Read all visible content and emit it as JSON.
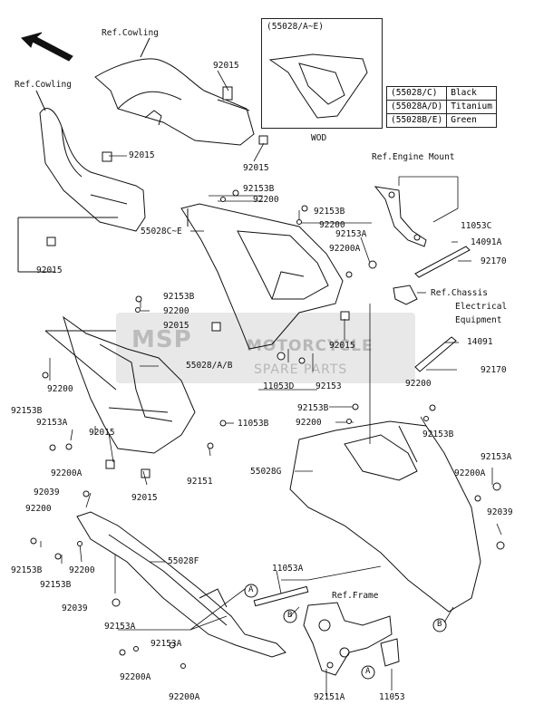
{
  "legend_table": {
    "rows": [
      {
        "code": "(55028/C)",
        "color": "Black"
      },
      {
        "code": "(55028A/D)",
        "color": "Titanium"
      },
      {
        "code": "(55028B/E)",
        "color": "Green"
      }
    ]
  },
  "inset": {
    "title": "(55028/A~E)",
    "caption": "WOD"
  },
  "watermark": {
    "text": "MSP",
    "brand": "MOTORCYCLE",
    "sub": "SPARE PARTS"
  },
  "refs": {
    "ref_cowling_top": "Ref.Cowling",
    "ref_cowling_left": "Ref.Cowling",
    "ref_engine_mount": "Ref.Engine Mount",
    "ref_chassis_1": "Ref.Chassis",
    "ref_chassis_2": "Electrical",
    "ref_chassis_3": "Equipment",
    "ref_frame": "Ref.Frame"
  },
  "parts": {
    "p92015_a": "92015",
    "p92015_b": "92015",
    "p92015_c": "92015",
    "p92015_d": "92015",
    "p92015_e": "92015",
    "p92015_f": "92015",
    "p92015_g": "92015",
    "p92153b_a": "92153B",
    "p92200_a": "92200",
    "p92153b_b": "92153B",
    "p92200_b": "92200",
    "p55028ce": "55028C~E",
    "p92200a_a": "92200A",
    "p92153a_a": "92153A",
    "p11053c": "11053C",
    "p14091a": "14091A",
    "p92170_a": "92170",
    "p92153b_c": "92153B",
    "p92200_c": "92200",
    "p55028ab": "55028/A/B",
    "p11053d": "11053D",
    "p92153": "92153",
    "p14091": "14091",
    "p92170_b": "92170",
    "p92200_d": "92200",
    "p92153b_d": "92153B",
    "p92153a_b": "92153A",
    "p92200_e": "92200",
    "p92153b_e": "92153B",
    "p92153b_f": "92153B",
    "p92200_f": "92200",
    "p11053b": "11053B",
    "p92200a_b": "92200A",
    "p92151": "92151",
    "p55028g": "55028G",
    "p92153a_c": "92153A",
    "p92200a_c": "92200A",
    "p92039_a": "92039",
    "p92200_g": "92200",
    "p92039_b": "92039",
    "p92153b_g": "92153B",
    "p92153b_h": "92153B",
    "p92200_h": "92200",
    "p55028f": "55028F",
    "p92039_c": "92039",
    "p11053a": "11053A",
    "p92153a_d": "92153A",
    "p92153a_e": "92153A",
    "p92200a_d": "92200A",
    "p92200a_e": "92200A",
    "p92151a": "92151A",
    "p11053": "11053"
  },
  "callouts": {
    "a1": "A",
    "a2": "A",
    "b1": "B",
    "b2": "B"
  }
}
